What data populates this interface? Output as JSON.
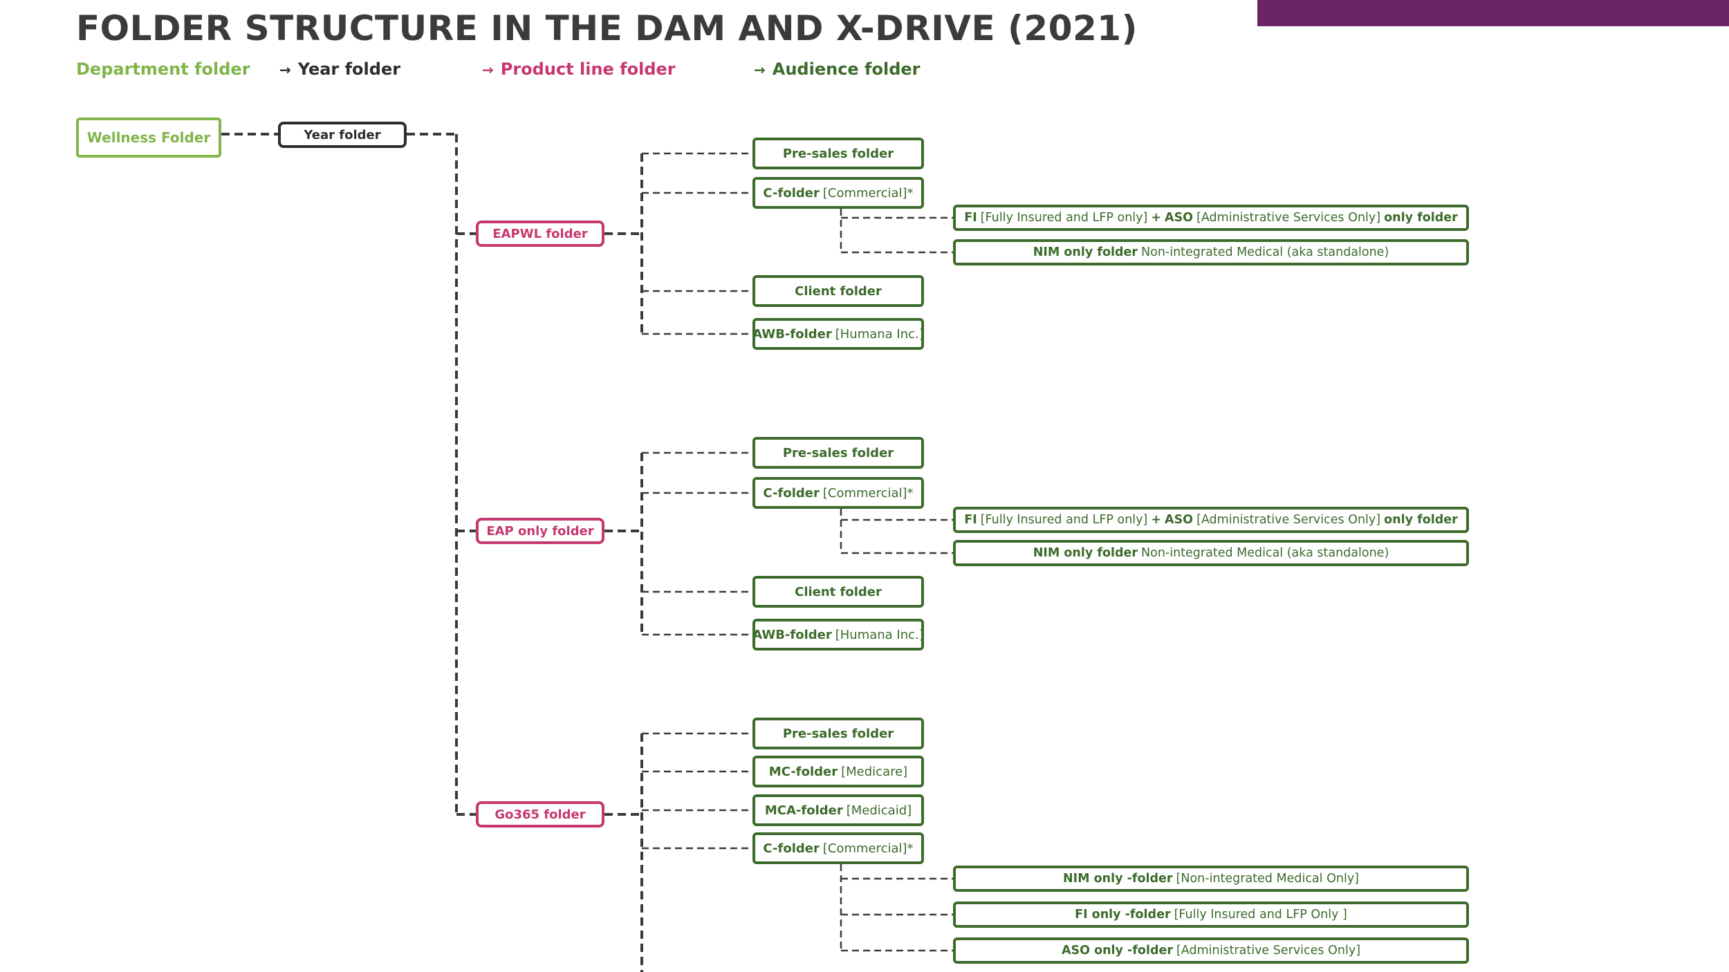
{
  "title": "FOLDER STRUCTURE IN THE DAM AND X-DRIVE (2021)",
  "colors": {
    "band": "#6a2468",
    "department": "#7fb54a",
    "year": "#2d2d2d",
    "product": "#c7376f",
    "audience": "#3c6b2b",
    "connector": "#3a3a3a"
  },
  "legend": {
    "department": "Department folder",
    "year": "Year folder",
    "product": "Product line folder",
    "audience": "Audience folder",
    "arrow": "→"
  },
  "department": {
    "label": "Wellness Folder"
  },
  "year": {
    "label": "Year folder"
  },
  "groups": [
    {
      "product": "EAPWL folder",
      "audience": [
        {
          "bold": "Pre-sales folder",
          "rest": ""
        },
        {
          "bold": "C-folder",
          "rest": "[Commercial]*"
        },
        {
          "bold": "Client folder",
          "rest": ""
        },
        {
          "bold": "AWB-folder",
          "rest": "[Humana Inc.]"
        }
      ],
      "sub": [
        {
          "b1": "FI",
          "r1": "[Fully Insured and LFP only]",
          "plus": "+",
          "b2": "ASO",
          "r2": "[Administrative Services Only]",
          "b3": "only folder"
        },
        {
          "b1": "NIM only folder",
          "r1": "Non-integrated Medical (aka standalone)"
        }
      ]
    },
    {
      "product": "EAP only folder",
      "audience": [
        {
          "bold": "Pre-sales folder",
          "rest": ""
        },
        {
          "bold": "C-folder",
          "rest": "[Commercial]*"
        },
        {
          "bold": "Client folder",
          "rest": ""
        },
        {
          "bold": "AWB-folder",
          "rest": "[Humana Inc.]"
        }
      ],
      "sub": [
        {
          "b1": "FI",
          "r1": "[Fully Insured and LFP only]",
          "plus": "+",
          "b2": "ASO",
          "r2": "[Administrative Services Only]",
          "b3": "only folder"
        },
        {
          "b1": "NIM only folder",
          "r1": "Non-integrated Medical (aka standalone)"
        }
      ]
    },
    {
      "product": "Go365 folder",
      "audience": [
        {
          "bold": "Pre-sales folder",
          "rest": ""
        },
        {
          "bold": "MC-folder",
          "rest": "[Medicare]"
        },
        {
          "bold": "MCA-folder",
          "rest": "[Medicaid]"
        },
        {
          "bold": "C-folder",
          "rest": "[Commercial]*"
        }
      ],
      "sub": [
        {
          "b1": "NIM only -folder",
          "r1": "[Non-integrated Medical Only]"
        },
        {
          "b1": "FI only -folder",
          "r1": "[Fully Insured and LFP Only ]"
        },
        {
          "b1": "ASO only -folder",
          "r1": "[Administrative Services Only]"
        }
      ]
    }
  ]
}
